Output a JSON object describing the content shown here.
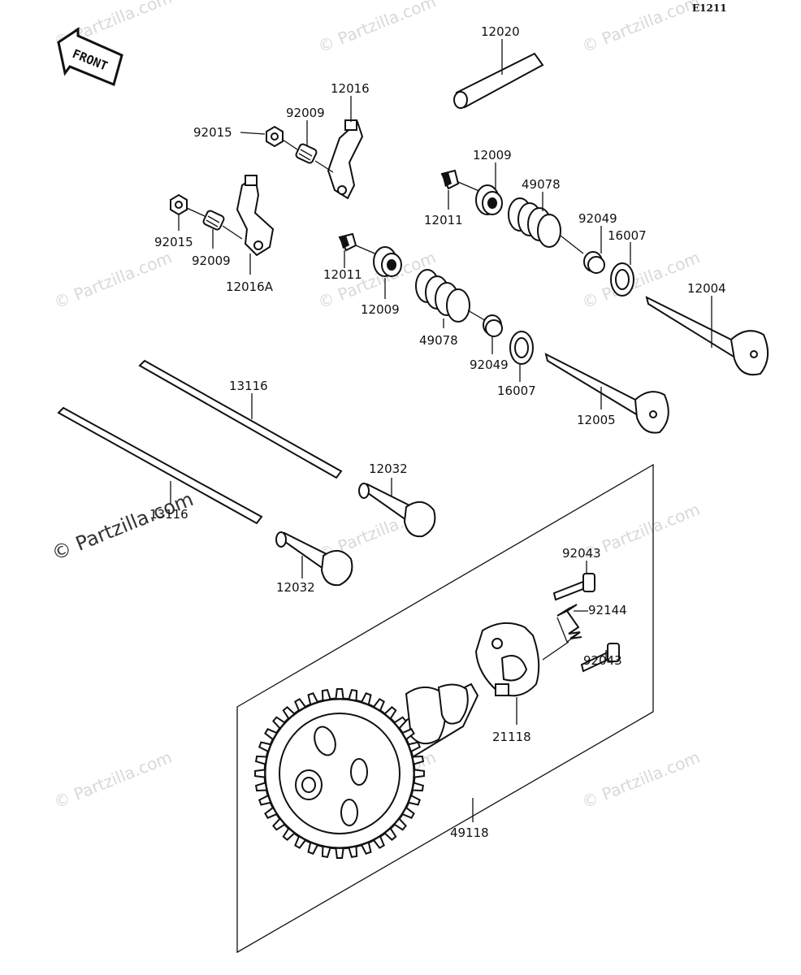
{
  "page_code": "E1211",
  "front_label": "FRONT",
  "watermark": "© Partzilla.com",
  "watermark_main": "© Partzilla.com",
  "labels": {
    "p12020": "12020",
    "p12016": "12016",
    "p92009a": "92009",
    "p92015a": "92015",
    "p92015b": "92015",
    "p92009b": "92009",
    "p12016A": "12016A",
    "p12009a": "12009",
    "p49078a": "49078",
    "p12011a": "12011",
    "p92049a": "92049",
    "p16007a": "16007",
    "p12011b": "12011",
    "p12009b": "12009",
    "p49078b": "49078",
    "p92049b": "92049",
    "p16007b": "16007",
    "p12004": "12004",
    "p12005": "12005",
    "p13116a": "13116",
    "p13116b": "13116",
    "p12032a": "12032",
    "p12032b": "12032",
    "p92043a": "92043",
    "p92144": "92144",
    "p92043b": "92043",
    "p21118": "21118",
    "p49118": "49118"
  }
}
